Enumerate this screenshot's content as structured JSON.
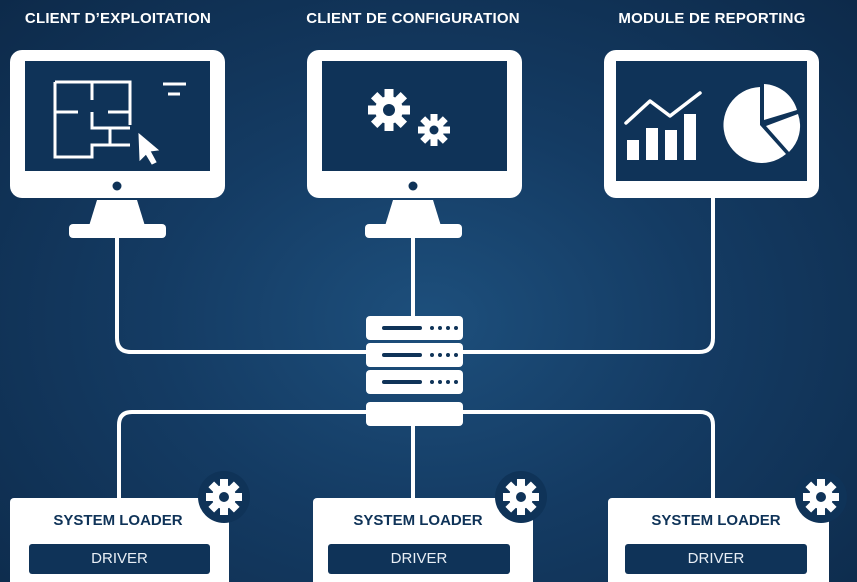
{
  "clients": [
    {
      "title": "CLIENT D’EXPLOITATION",
      "icon": "floor-plan-cursor-icon"
    },
    {
      "title": "CLIENT DE CONFIGURATION",
      "icon": "gears-icon"
    },
    {
      "title": "MODULE DE REPORTING",
      "icon": "chart-reporting-icon"
    }
  ],
  "server": {
    "icon": "server-stack-icon"
  },
  "loaders": [
    {
      "title": "SYSTEM LOADER",
      "driver": "DRIVER",
      "icon": "gear-icon"
    },
    {
      "title": "SYSTEM LOADER",
      "driver": "DRIVER",
      "icon": "gear-icon"
    },
    {
      "title": "SYSTEM LOADER",
      "driver": "DRIVER",
      "icon": "gear-icon"
    }
  ],
  "colors": {
    "background": "#143b63",
    "foreground": "#ffffff",
    "dark": "#0f3358"
  }
}
